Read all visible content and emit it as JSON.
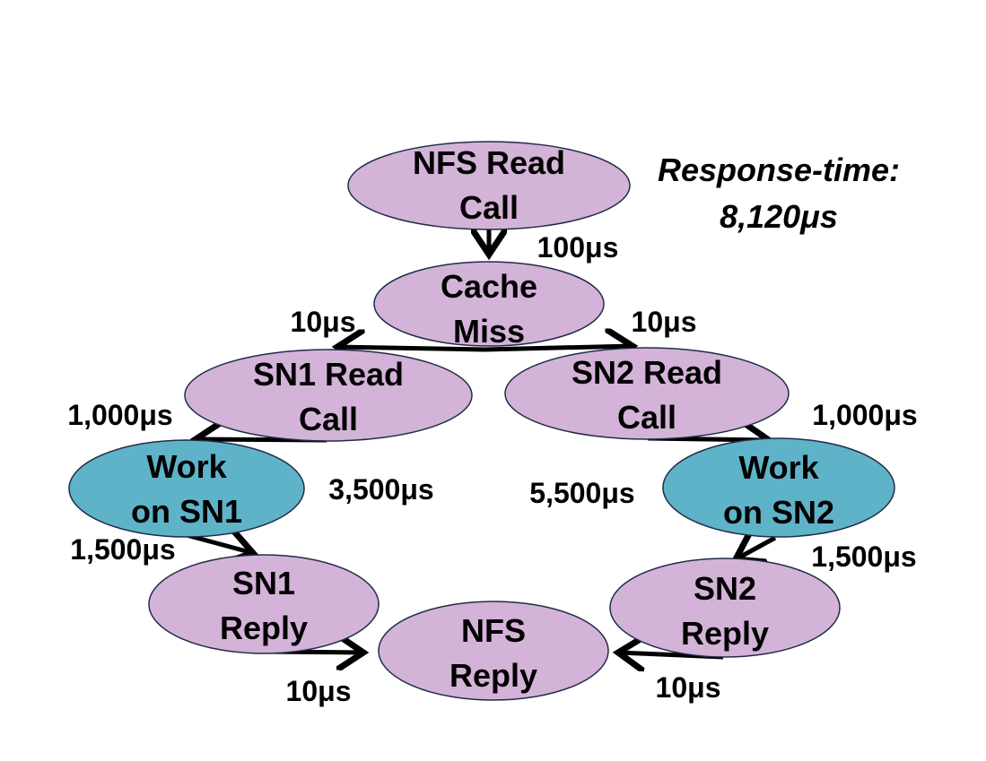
{
  "response_time": {
    "label": "Response-time:",
    "value": "8,120μs"
  },
  "colors": {
    "request_node": "#d4b3d8",
    "work_node": "#5fb3c9",
    "outline": "#1f2d45",
    "arrow": "#000000"
  },
  "nodes": {
    "nfs_read_call": {
      "line1": "NFS Read",
      "line2": "Call"
    },
    "cache_miss": {
      "line1": "Cache",
      "line2": "Miss"
    },
    "sn1_read_call": {
      "line1": "SN1 Read",
      "line2": "Call"
    },
    "sn2_read_call": {
      "line1": "SN2 Read",
      "line2": "Call"
    },
    "work_sn1": {
      "line1": "Work",
      "line2": "on SN1"
    },
    "work_sn2": {
      "line1": "Work",
      "line2": "on SN2"
    },
    "sn1_reply": {
      "line1": "SN1",
      "line2": "Reply"
    },
    "sn2_reply": {
      "line1": "SN2",
      "line2": "Reply"
    },
    "nfs_reply": {
      "line1": "NFS",
      "line2": "Reply"
    }
  },
  "edges": {
    "nfs_to_cache": "100μs",
    "cache_to_sn1": "10μs",
    "cache_to_sn2": "10μs",
    "sn1_call_to_work": "1,000μs",
    "sn2_call_to_work": "1,000μs",
    "work_sn1_duration": "3,500μs",
    "work_sn2_duration": "5,500μs",
    "work_sn1_to_reply": "1,500μs",
    "work_sn2_to_reply": "1,500μs",
    "sn1_reply_to_nfs": "10μs",
    "sn2_reply_to_nfs": "10μs"
  }
}
